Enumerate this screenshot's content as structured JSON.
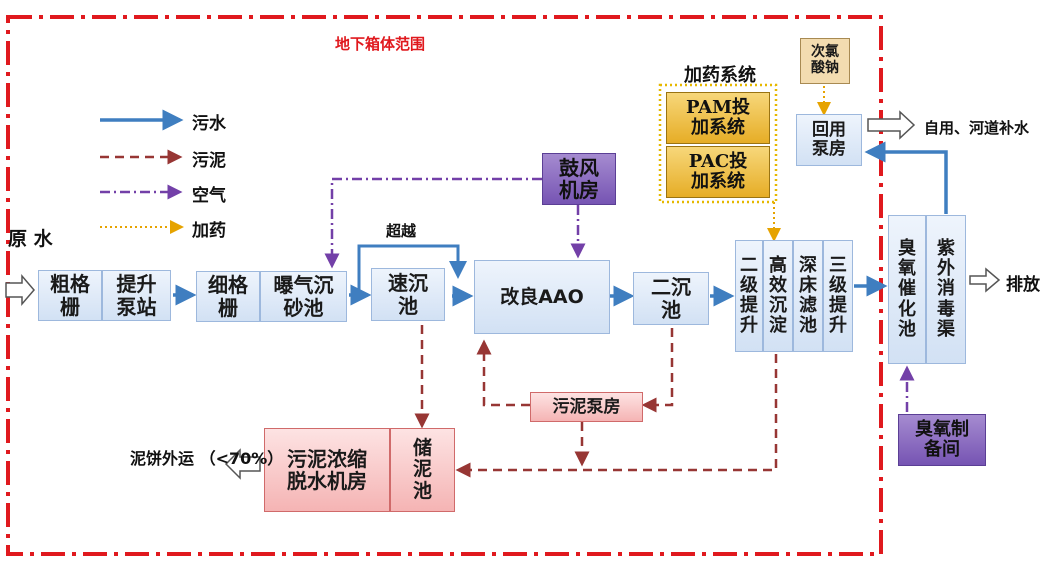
{
  "frame": {
    "title": "地下箱体范围"
  },
  "legend": {
    "sewage": "污水",
    "sludge": "污泥",
    "air": "空气",
    "dosing": "加药"
  },
  "inflow": "原\n水",
  "units": {
    "coarse_screen": "粗格\n栅",
    "lift_pump": "提升\n泵站",
    "fine_screen": "细格\n栅",
    "aerated_grit": "曝气沉\n砂池",
    "fast_settle": "速沉\n池",
    "bypass": "超越",
    "aao": "改良AAO",
    "secondary_clarifier": "二沉\n池",
    "blower_room": "鼓风\n机房",
    "second_lift": "二\n级\n提\n升",
    "high_eff_settle": "高\n效\n沉\n淀",
    "deep_bed_filter": "深\n床\n滤\n池",
    "third_lift": "三\n级\n提\n升",
    "ozone_contact": "臭\n氧\n催\n化\n池",
    "uv_channel": "紫\n外\n消\n毒\n渠",
    "discharge": "排放",
    "reuse_pump": "回用\n泵房",
    "reuse_out": "自用、河道补水",
    "chlorine_dose": "次氯\n酸钠",
    "ozone_room": "臭氧制\n备间",
    "sludge_pump": "污泥泵房",
    "sludge_dewater": "污泥浓缩\n脱水机房",
    "sludge_storage": "储\n泥\n池",
    "cake_out": "泥饼外运\n（<70%）"
  },
  "dosing_system": {
    "title": "加药系统",
    "pam": "PAM投\n加系统",
    "pac": "PAC投\n加系统"
  },
  "colors": {
    "frame": "#e0191e",
    "sewage": "#3f7ec0",
    "sludge": "#973634",
    "air": "#7340a8",
    "dosing": "#e6a300"
  }
}
